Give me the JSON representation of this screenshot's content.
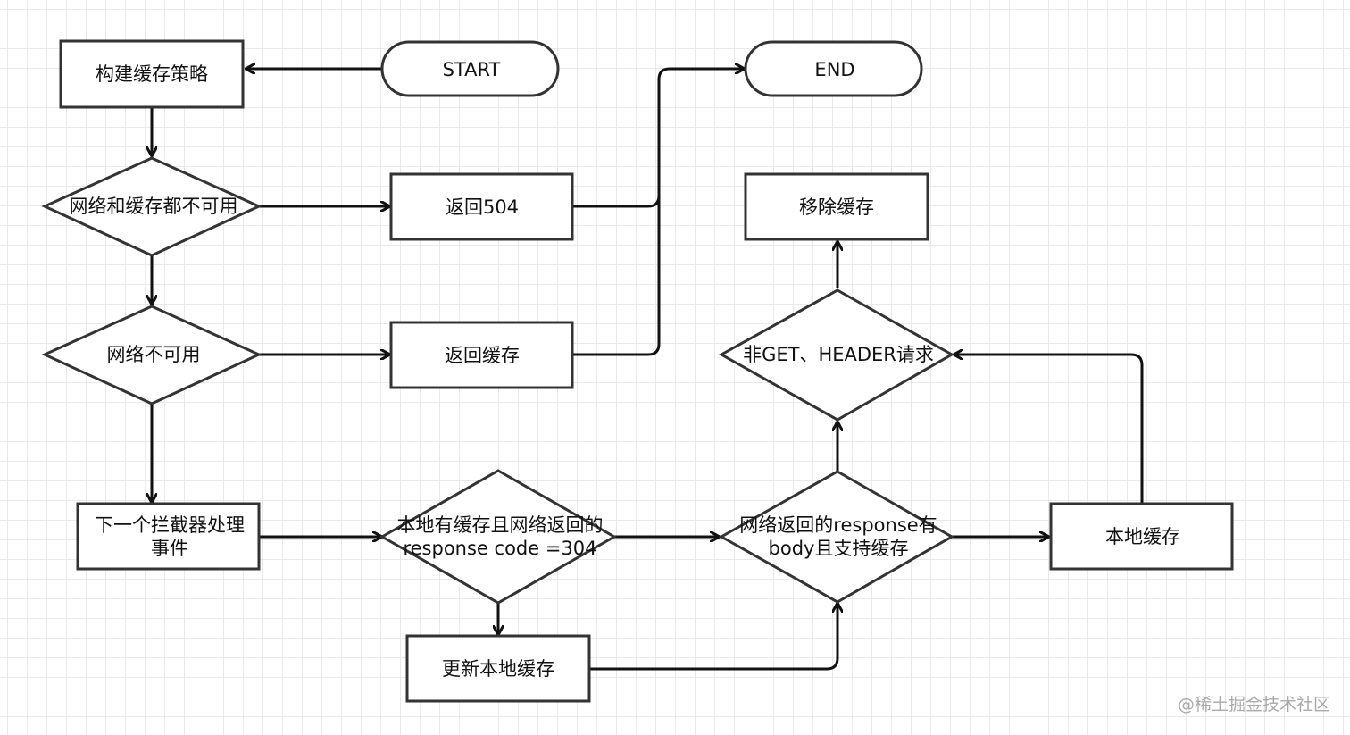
{
  "diagram": {
    "nodes": {
      "start": "START",
      "end": "END",
      "build_strategy": "构建缓存策略",
      "net_cache_unavailable": "网络和缓存都不可用",
      "return_504": "返回504",
      "net_unavailable": "网络不可用",
      "return_cache": "返回缓存",
      "next_interceptor_line1": "下一个拦截器处理",
      "next_interceptor_line2": "事件",
      "local_304_line1": "本地有缓存且网络返回的",
      "local_304_line2": "response code =304",
      "update_local_cache": "更新本地缓存",
      "has_body_line1": "网络返回的response有",
      "has_body_line2": "body且支持缓存",
      "local_cache": "本地缓存",
      "non_get_header": "非GET、HEADER请求",
      "remove_cache": "移除缓存"
    }
  },
  "watermark": "@稀土掘金技术社区"
}
